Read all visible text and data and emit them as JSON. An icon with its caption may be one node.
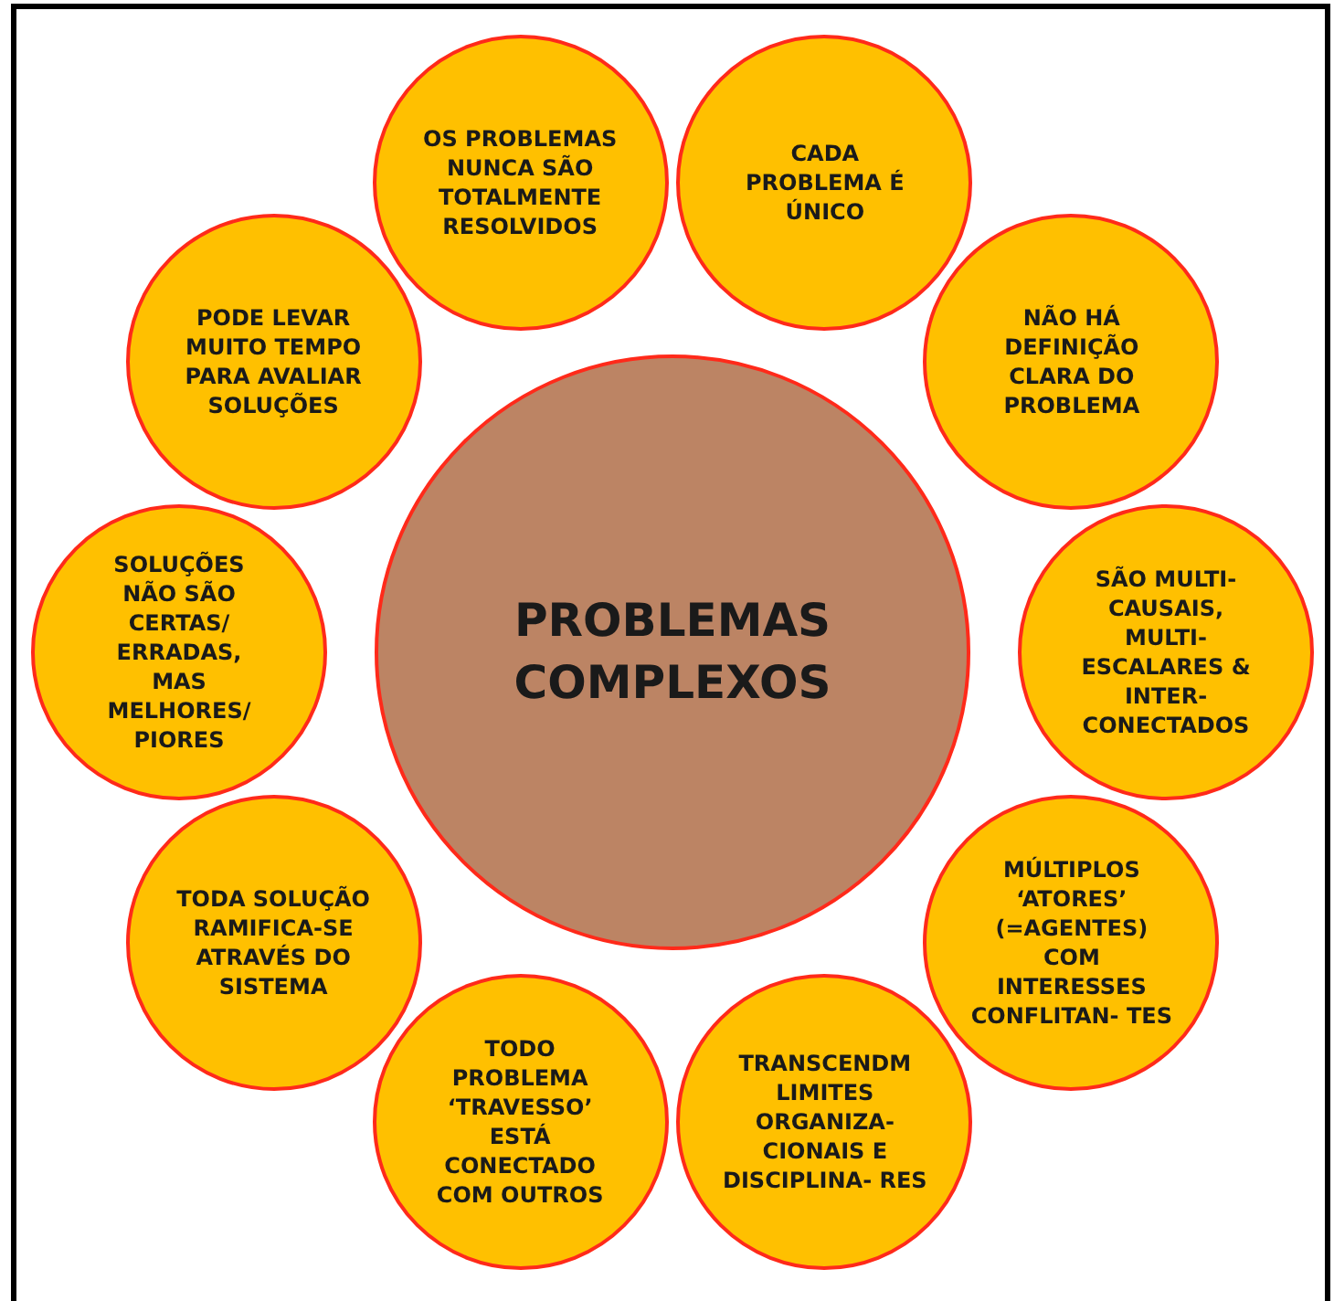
{
  "diagram": {
    "nodes": [
      {
        "text": [
          "PROBLEMAS COMPLEXOS"
        ]
      },
      {
        "text": [
          "OS PROBLEMAS NUNCA SÃO TOTALMENTE RESOLVIDOS"
        ]
      },
      {
        "text": [
          "CADA PROBLEMA É ÚNICO"
        ]
      },
      {
        "text": [
          "NÃO HÁ DEFINIÇÃO CLARA DO PROBLEMA"
        ]
      },
      {
        "text": [
          "SÃO MULTI- CAUSAIS, MULTI- ESCALARES & INTER- CONECTADOS"
        ]
      },
      {
        "text": [
          "MÚLTIPLOS ‘ATORES’ (=AGENTES) COM INTERESSES CONFLITAN- TES"
        ]
      },
      {
        "text": [
          "TRANSCENDM LIMITES ORGANIZA- CIONAIS E DISCIPLINA- RES"
        ]
      },
      {
        "text": [
          "TODO PROBLEMA ‘TRAVESSO’ ESTÁ CONECTADO COM OUTROS"
        ]
      },
      {
        "text": [
          "TODA SOLUÇÃO RAMIFICA-SE ATRAVÉS DO SISTEMA"
        ]
      },
      {
        "text": [
          "SOLUÇÕES NÃO SÃO CERTAS/ ERRADAS, MAS MELHORES/ PIORES"
        ]
      },
      {
        "text": [
          "PODE LEVAR MUITO TEMPO PARA AVALIAR SOLUÇÕES"
        ]
      }
    ]
  }
}
